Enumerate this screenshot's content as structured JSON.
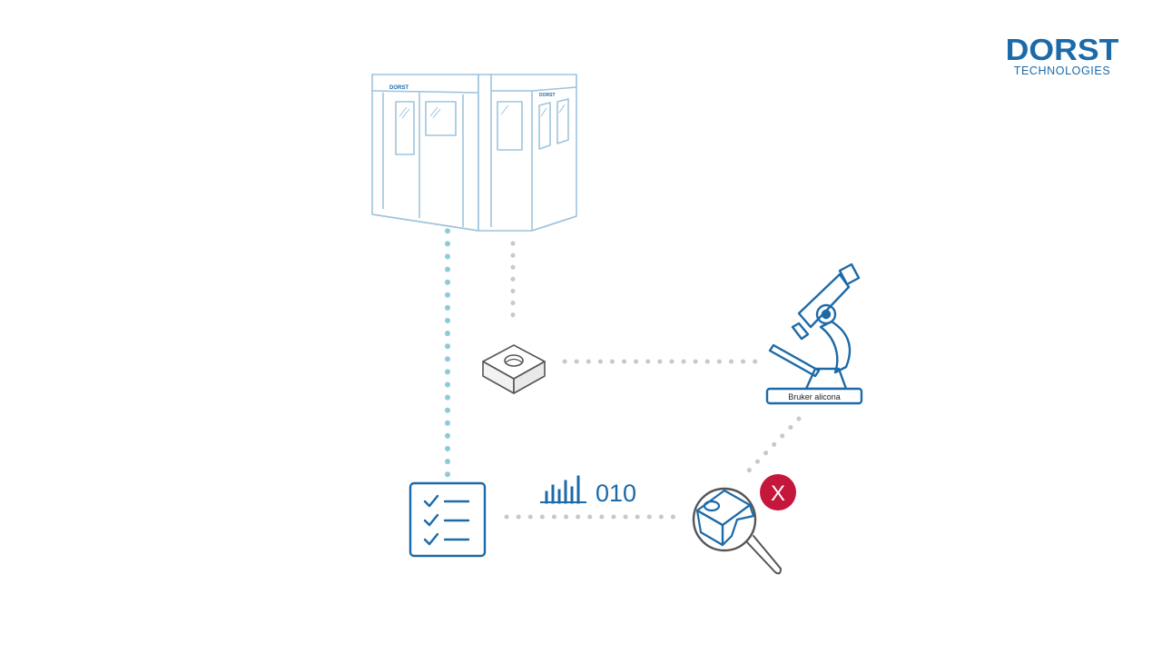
{
  "brand": {
    "name": "DORST",
    "tagline": "TECHNOLOGIES"
  },
  "machine": {
    "badge_left": "DORST",
    "badge_right": "DORST"
  },
  "microscope": {
    "label": "Bruker alicona"
  },
  "data_signal": {
    "text": "010"
  },
  "reject_mark": {
    "symbol": "X"
  },
  "colors": {
    "brand_blue": "#1c6aa8",
    "machine_line": "#9ec3dc",
    "dotted_blue": "#8fcbd6",
    "dotted_gray": "#c8c8c8",
    "reject_red": "#c5163c"
  },
  "icons": [
    "press-machine-icon",
    "part-icon",
    "microscope-icon",
    "checklist-icon",
    "signal-bars-icon",
    "magnifier-icon",
    "reject-icon"
  ]
}
